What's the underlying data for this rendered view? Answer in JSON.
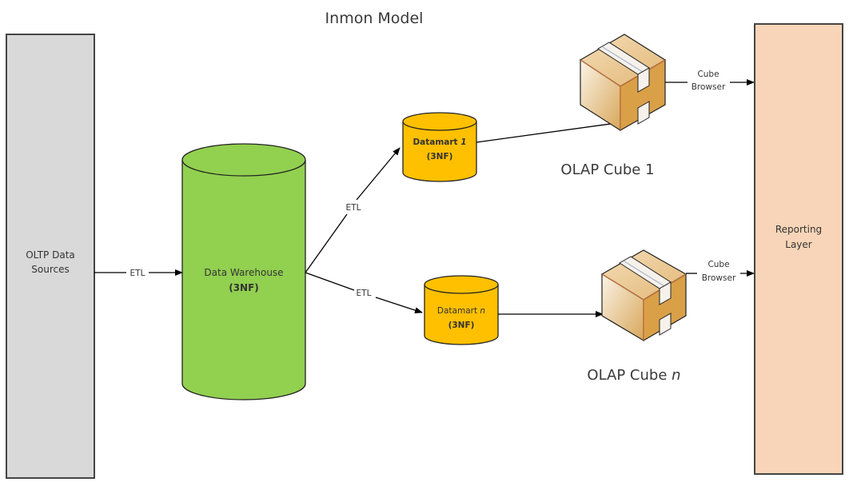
{
  "title": "Inmon Model",
  "colors": {
    "oltp_fill": "#d9d9d9",
    "warehouse_fill": "#92d050",
    "datamart_fill": "#ffc000",
    "reporting_fill": "#f8d5b8",
    "stroke": "#000000"
  },
  "nodes": {
    "oltp": {
      "line1": "OLTP Data",
      "line2": "Sources"
    },
    "warehouse": {
      "line1": "Data Warehouse",
      "line2": "(3NF)"
    },
    "datamart_1": {
      "name": "Datamart",
      "suffix": "1",
      "line2": "(3NF)"
    },
    "datamart_n": {
      "name": "Datamart",
      "suffix": "n",
      "line2": "(3NF)"
    },
    "cube_1": {
      "caption": "OLAP Cube",
      "suffix": "1",
      "icon": "package-box-icon"
    },
    "cube_n": {
      "caption": "OLAP Cube",
      "suffix": "n",
      "icon": "package-box-icon"
    },
    "reporting": {
      "line1": "Reporting",
      "line2": "Layer"
    }
  },
  "edges": [
    {
      "from": "oltp",
      "to": "warehouse",
      "label": "ETL"
    },
    {
      "from": "warehouse",
      "to": "datamart_1",
      "label": "ETL"
    },
    {
      "from": "warehouse",
      "to": "datamart_n",
      "label": "ETL"
    },
    {
      "from": "datamart_1",
      "to": "cube_1",
      "label": ""
    },
    {
      "from": "datamart_n",
      "to": "cube_n",
      "label": ""
    },
    {
      "from": "cube_1",
      "to": "reporting",
      "label_line1": "Cube",
      "label_line2": "Browser"
    },
    {
      "from": "cube_n",
      "to": "reporting",
      "label_line1": "Cube",
      "label_line2": "Browser"
    }
  ]
}
